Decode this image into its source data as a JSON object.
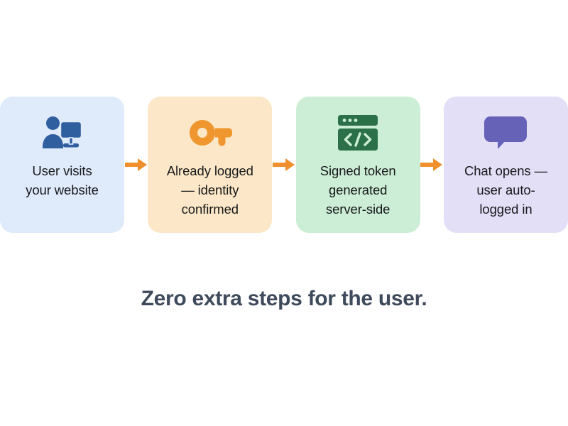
{
  "diagram": {
    "caption": "Zero extra steps for the user.",
    "arrow_color": "#f0902c",
    "arrow_icon": "arrow-right-icon",
    "steps": [
      {
        "label": "User visits\nyour website",
        "icon": "user-at-computer-icon",
        "bg": "#dfeafb",
        "icon_color": "#2f5f9e"
      },
      {
        "label": "Already logged\n— identity\nconfirmed",
        "icon": "key-icon",
        "bg": "#fce8c8",
        "icon_color": "#f0962e"
      },
      {
        "label": "Signed token\ngenerated\nserver-side",
        "icon": "code-window-icon",
        "bg": "#cdeed6",
        "icon_color": "#2b7048"
      },
      {
        "label": "Chat opens —\nuser auto-\nlogged in",
        "icon": "chat-bubble-icon",
        "bg": "#e2dff7",
        "icon_color": "#6562b8"
      }
    ]
  }
}
